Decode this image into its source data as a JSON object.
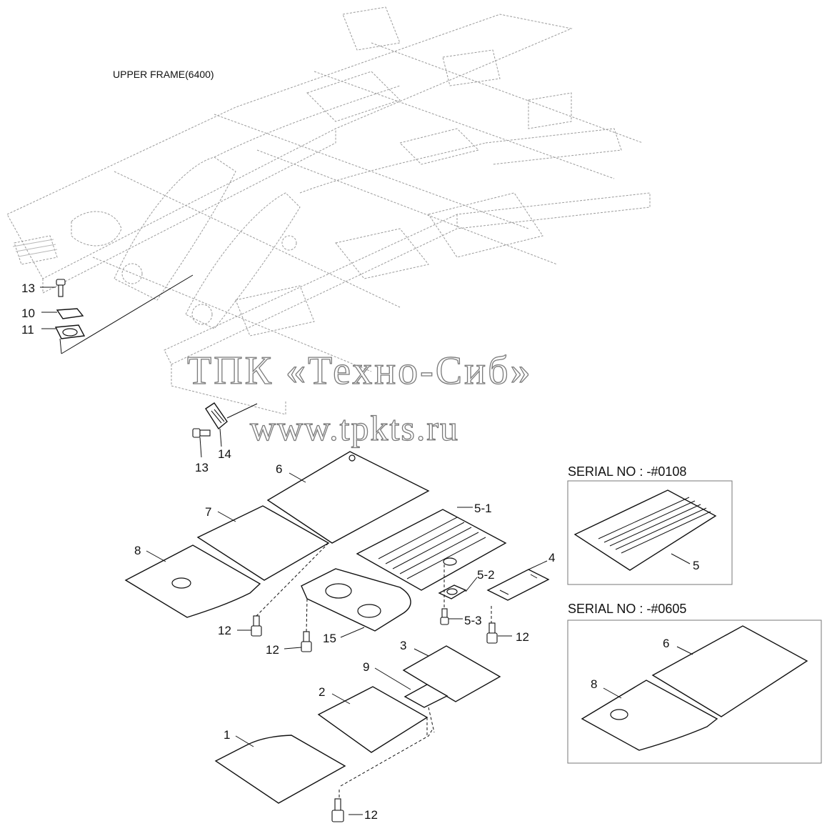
{
  "frame_label": "UPPER FRAME(6400)",
  "watermark": {
    "line1": "ТПК «Техно-Сиб»",
    "line2": "www.tpkts.ru"
  },
  "serial_boxes": [
    {
      "title": "SERIAL NO : -#0108",
      "callouts": [
        "5"
      ]
    },
    {
      "title": "SERIAL NO : -#0605",
      "callouts": [
        "6",
        "8"
      ]
    }
  ],
  "callouts": {
    "c13a": "13",
    "c10": "10",
    "c11": "11",
    "c13b": "13",
    "c14": "14",
    "c6": "6",
    "c7": "7",
    "c8": "8",
    "c5_1": "5-1",
    "c4": "4",
    "c5_2": "5-2",
    "c5_3": "5-3",
    "c12a": "12",
    "c12b": "12",
    "c15": "15",
    "c12c": "12",
    "c3": "3",
    "c9": "9",
    "c2": "2",
    "c1": "1",
    "c12d": "12"
  },
  "colors": {
    "line": "#111111",
    "ghost": "#9a9a9a",
    "watermark": "#7a7a7a",
    "box": "#777777"
  }
}
